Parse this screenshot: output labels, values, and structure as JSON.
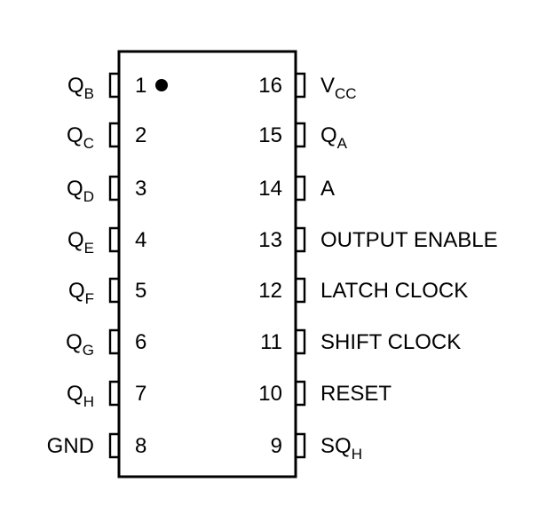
{
  "package": {
    "pin1_marker": "dot"
  },
  "pins_left": [
    {
      "number": "1",
      "label": "Q",
      "sub": "B"
    },
    {
      "number": "2",
      "label": "Q",
      "sub": "C"
    },
    {
      "number": "3",
      "label": "Q",
      "sub": "D"
    },
    {
      "number": "4",
      "label": "Q",
      "sub": "E"
    },
    {
      "number": "5",
      "label": "Q",
      "sub": "F"
    },
    {
      "number": "6",
      "label": "Q",
      "sub": "G"
    },
    {
      "number": "7",
      "label": "Q",
      "sub": "H"
    },
    {
      "number": "8",
      "label": "GND",
      "sub": ""
    }
  ],
  "pins_right": [
    {
      "number": "16",
      "label": "V",
      "sub": "CC"
    },
    {
      "number": "15",
      "label": "Q",
      "sub": "A"
    },
    {
      "number": "14",
      "label": "A",
      "sub": ""
    },
    {
      "number": "13",
      "label": "OUTPUT ENABLE",
      "sub": ""
    },
    {
      "number": "12",
      "label": "LATCH CLOCK",
      "sub": ""
    },
    {
      "number": "11",
      "label": "SHIFT CLOCK",
      "sub": ""
    },
    {
      "number": "10",
      "label": "RESET",
      "sub": ""
    },
    {
      "number": "9",
      "label": "SQ",
      "sub": "H"
    }
  ]
}
